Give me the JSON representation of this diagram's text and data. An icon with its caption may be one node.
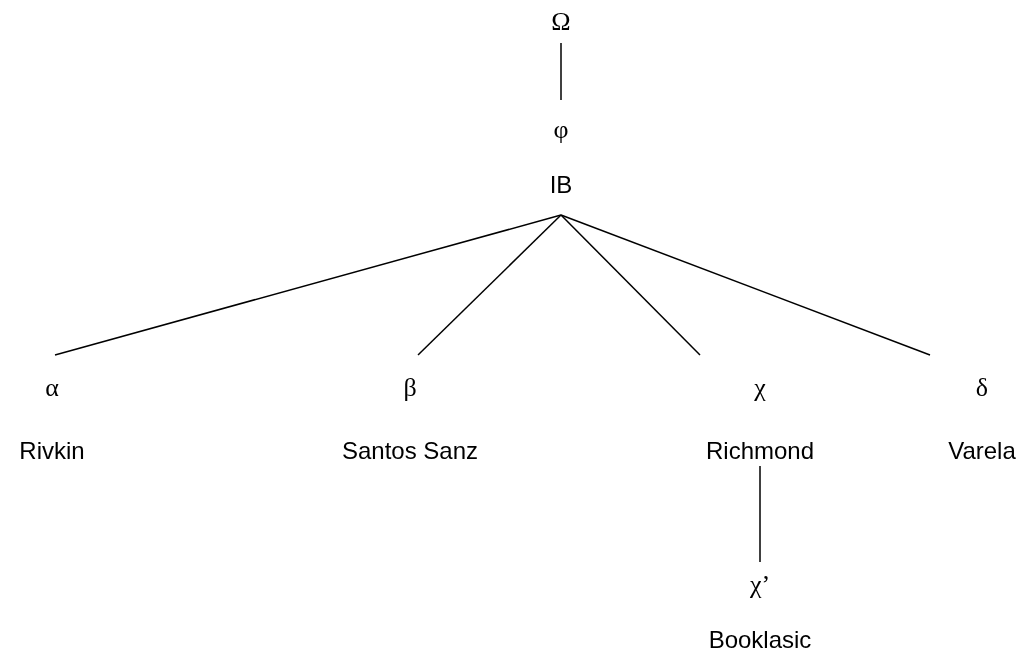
{
  "diagram": {
    "nodes": [
      {
        "text": [
          "Ω"
        ]
      },
      {
        "text": [
          "φ",
          "IB"
        ]
      },
      {
        "text": [
          "α",
          "Rivkin"
        ]
      },
      {
        "text": [
          "β",
          "Santos Sanz"
        ]
      },
      {
        "text": [
          "χ",
          "Richmond"
        ]
      },
      {
        "text": [
          "δ",
          "Varela"
        ]
      },
      {
        "text": [
          "χ’",
          "Booklasic"
        ]
      }
    ],
    "edges": [
      {
        "from": 0,
        "to": 1,
        "arrow": "none"
      },
      {
        "from": 1,
        "to": 2,
        "arrow": "none"
      },
      {
        "from": 1,
        "to": 3,
        "arrow": "none"
      },
      {
        "from": 1,
        "to": 4,
        "arrow": "none"
      },
      {
        "from": 1,
        "to": 5,
        "arrow": "none"
      },
      {
        "from": 4,
        "to": 6,
        "arrow": "none"
      }
    ]
  }
}
